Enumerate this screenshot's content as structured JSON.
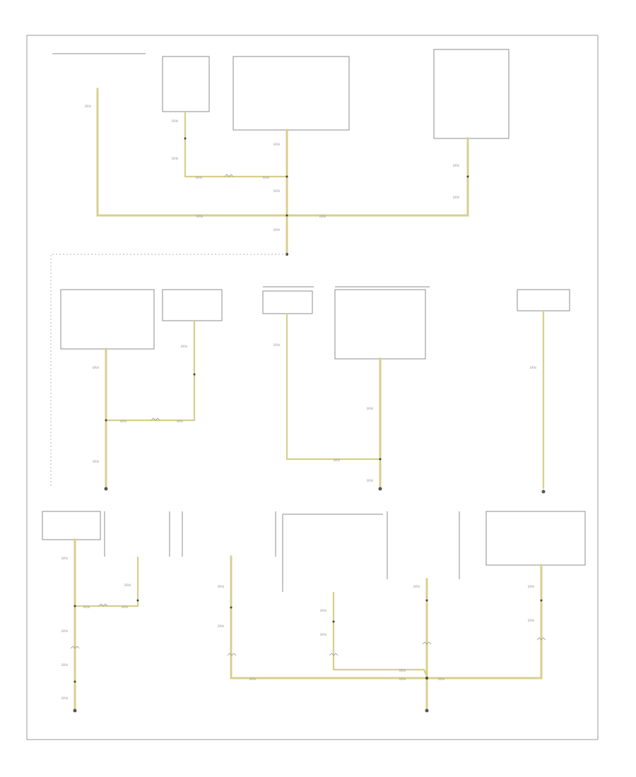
{
  "diagram": {
    "footer_code": "",
    "component_text": [
      "",
      "",
      "",
      "",
      "",
      "",
      "",
      "",
      "",
      "",
      "",
      "",
      "",
      "",
      "",
      "",
      "",
      "",
      "",
      "",
      "",
      "",
      "",
      "",
      "",
      ""
    ],
    "wire_labels": [
      "BRN",
      "BRN",
      "BRN",
      "BRN",
      "BRN",
      "BRN",
      "BRN",
      "BRN",
      "BRN",
      "BRN",
      "BRN",
      "BRN",
      "BRN",
      "BRN",
      "BRN",
      "BRN",
      "BRN",
      "BRN",
      "BRN",
      "BRN",
      "BRN",
      "BRN",
      "BRN",
      "BRN",
      "BRN",
      "BRN",
      "BRN",
      "BRN",
      "BRN",
      "BRN",
      "BRN",
      "BRN",
      "BRN",
      "BRN",
      "BRN",
      "BRN",
      "BRN",
      "BRN",
      "BRN",
      "BRN"
    ],
    "ground_labels": [
      "",
      "",
      "",
      "",
      ""
    ]
  }
}
